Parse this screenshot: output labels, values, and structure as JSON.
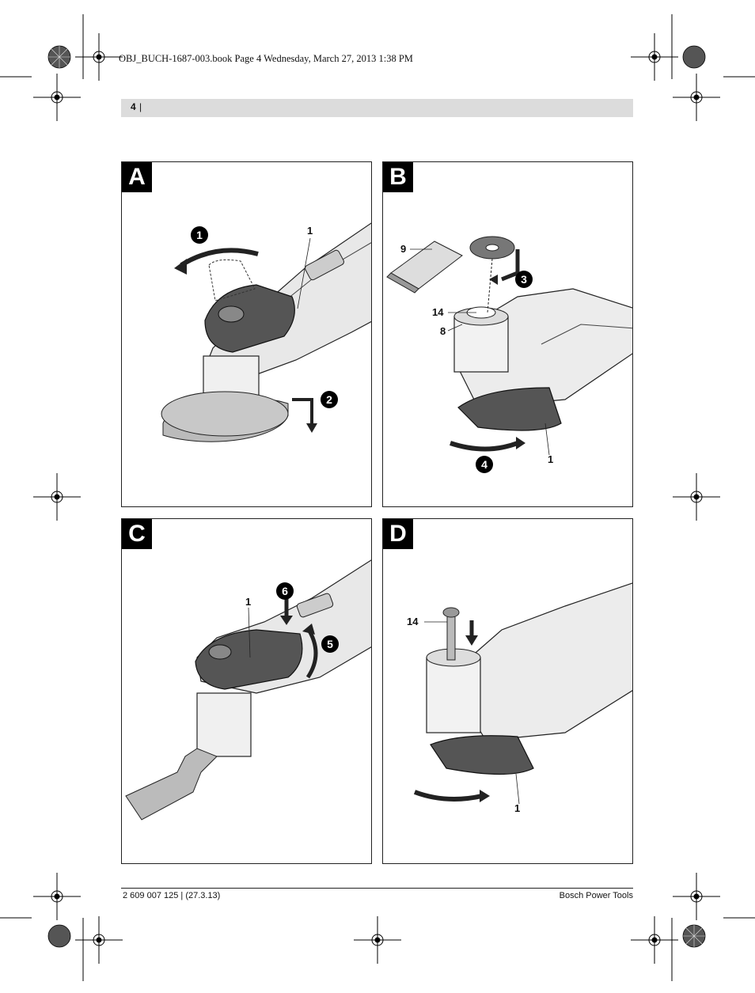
{
  "slug": "OBJ_BUCH-1687-003.book  Page 4  Wednesday, March 27, 2013  1:38 PM",
  "header": {
    "page_number": "4",
    "separator": "|"
  },
  "panels": [
    {
      "letter": "A",
      "labels": {
        "part_1": "1"
      },
      "steps": [
        "1",
        "2"
      ]
    },
    {
      "letter": "B",
      "labels": {
        "part_9": "9",
        "part_14": "14",
        "part_8": "8",
        "part_1": "1"
      },
      "steps": [
        "3",
        "4"
      ]
    },
    {
      "letter": "C",
      "labels": {
        "part_1": "1"
      },
      "steps": [
        "6",
        "5"
      ]
    },
    {
      "letter": "D",
      "labels": {
        "part_14": "14",
        "part_1": "1"
      },
      "steps": []
    }
  ],
  "footer": {
    "left": "2 609 007 125 | (27.3.13)",
    "right": "Bosch Power Tools"
  }
}
